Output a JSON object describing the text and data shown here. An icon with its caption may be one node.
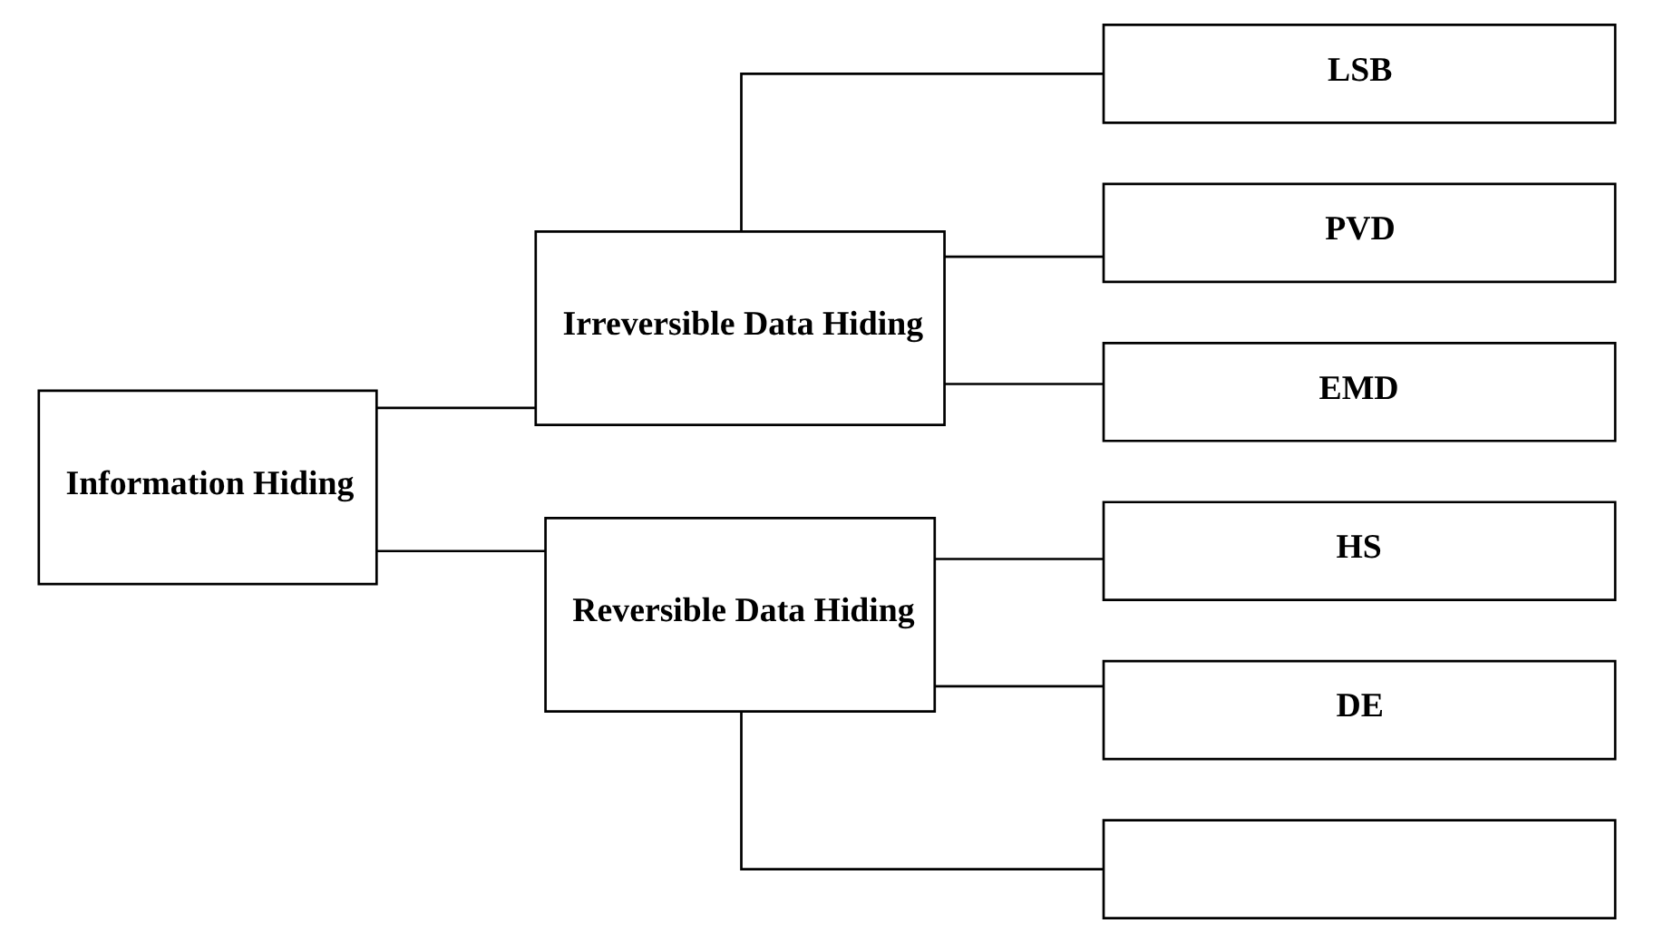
{
  "diagram": {
    "nodes": [
      {
        "text": [
          "Information Hiding"
        ]
      },
      {
        "text": [
          "Irreversible Data Hiding"
        ]
      },
      {
        "text": [
          "Reversible Data Hiding"
        ]
      },
      {
        "text": [
          "LSB"
        ]
      },
      {
        "text": [
          "PVD"
        ]
      },
      {
        "text": [
          "EMD"
        ]
      },
      {
        "text": [
          "HS"
        ]
      },
      {
        "text": [
          "DE"
        ]
      },
      {
        "text": [],
        "shape": "box"
      }
    ],
    "edges": [
      {
        "from": 0,
        "to": 1,
        "arrow": "none"
      },
      {
        "from": 0,
        "to": 2,
        "arrow": "none"
      },
      {
        "from": 1,
        "to": 3,
        "arrow": "none"
      },
      {
        "from": 1,
        "to": 4,
        "arrow": "none"
      },
      {
        "from": 1,
        "to": 5,
        "arrow": "none"
      },
      {
        "from": 2,
        "to": 6,
        "arrow": "none"
      },
      {
        "from": 2,
        "to": 7,
        "arrow": "none"
      },
      {
        "from": 2,
        "to": 8,
        "arrow": "none"
      }
    ]
  }
}
